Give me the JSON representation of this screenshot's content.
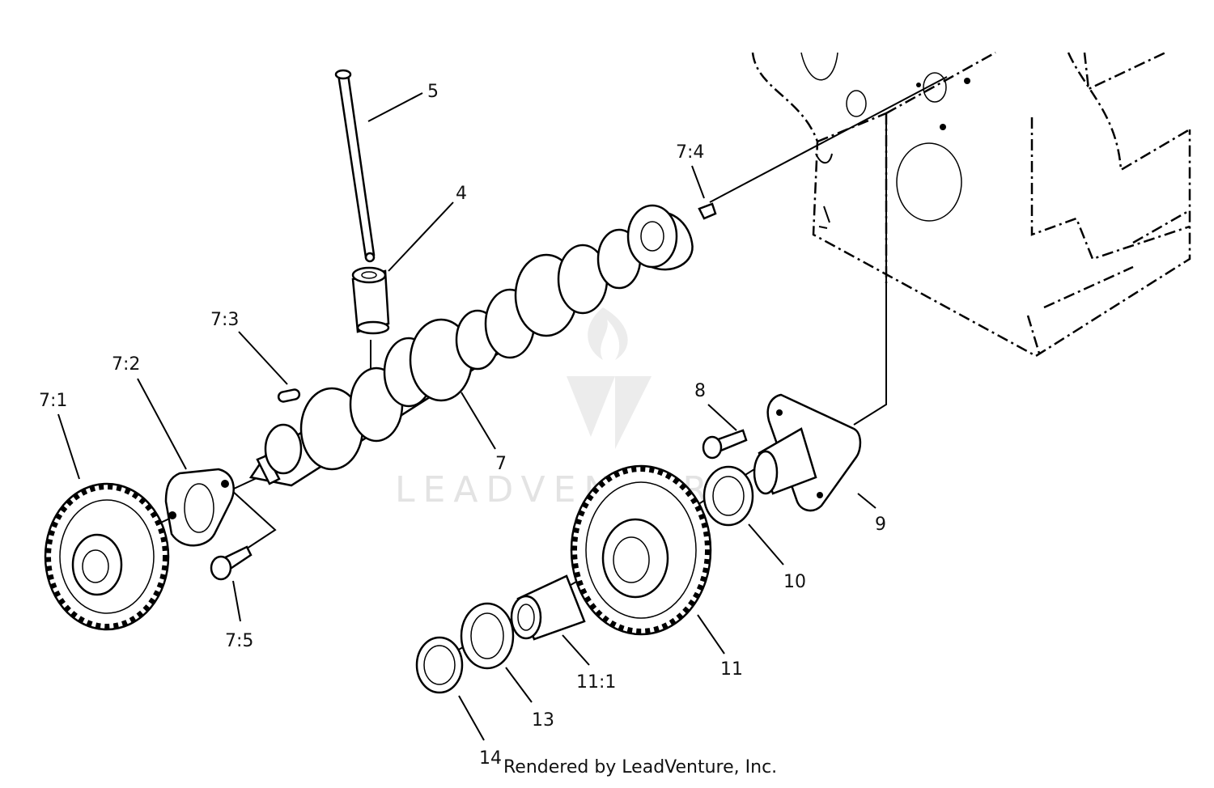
{
  "labels": {
    "l5": "5",
    "l4": "4",
    "l7_4": "7:4",
    "l7_3": "7:3",
    "l7_2": "7:2",
    "l7_1": "7:1",
    "l7": "7",
    "l8": "8",
    "l9": "9",
    "l10": "10",
    "l7_5": "7:5",
    "l11": "11",
    "l11_1": "11:1",
    "l13": "13",
    "l14": "14"
  },
  "watermark": "LEADVENTURE",
  "footer": "Rendered by LeadVenture, Inc."
}
